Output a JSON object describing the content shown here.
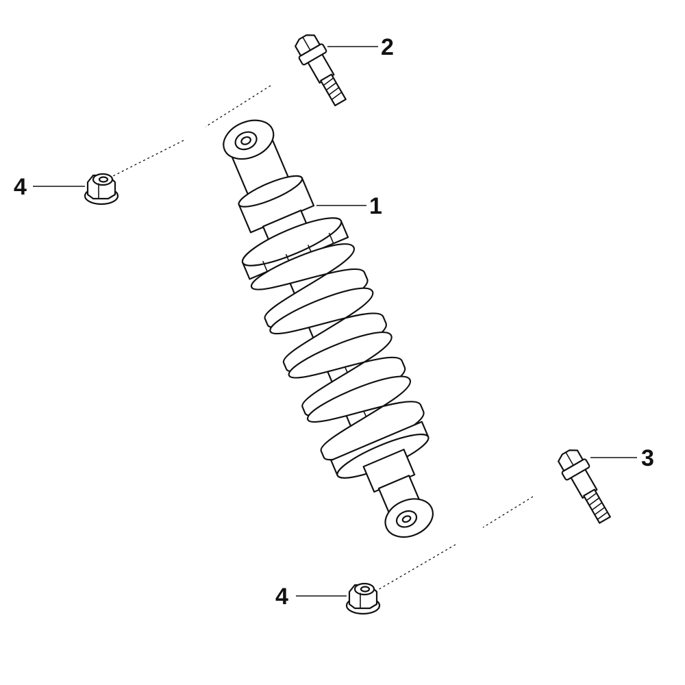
{
  "callouts": {
    "shock_absorber": "1",
    "upper_bolt": "2",
    "lower_bolt": "3",
    "upper_nut": "4",
    "lower_nut": "4"
  },
  "colors": {
    "line": "#111111",
    "background": "#ffffff"
  }
}
